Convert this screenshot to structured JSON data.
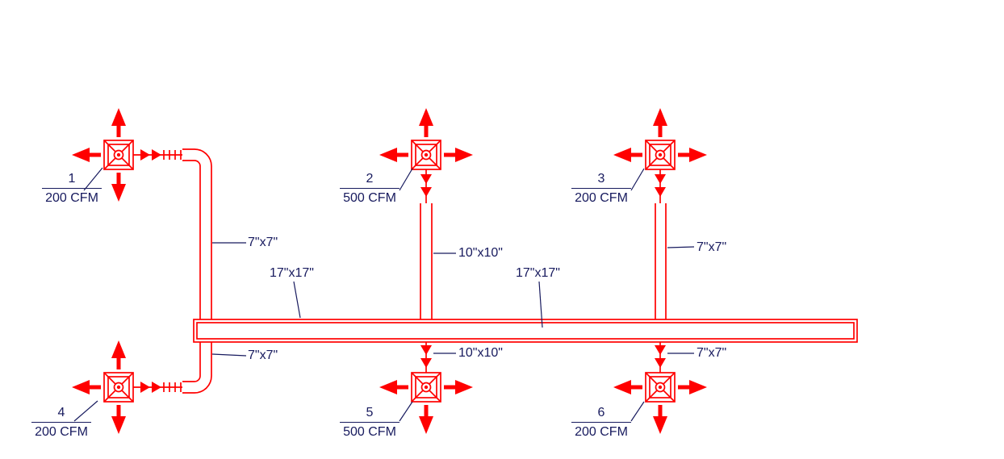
{
  "drawing": {
    "type": "HVAC supply duct layout",
    "colors": {
      "duct_lines": "#FF0000",
      "annotation_text": "#171A5E"
    }
  },
  "diffusers": [
    {
      "number": "1",
      "cfm": "200 CFM"
    },
    {
      "number": "2",
      "cfm": "500 CFM"
    },
    {
      "number": "3",
      "cfm": "200 CFM"
    },
    {
      "number": "4",
      "cfm": "200 CFM"
    },
    {
      "number": "5",
      "cfm": "500 CFM"
    },
    {
      "number": "6",
      "cfm": "200 CFM"
    }
  ],
  "duct_size_labels": [
    {
      "text": "7\"x7\"",
      "target": "branch-to-diffuser-1"
    },
    {
      "text": "17\"x17\"",
      "target": "main-duct-left-section"
    },
    {
      "text": "10\"x10\"",
      "target": "branch-to-diffuser-2"
    },
    {
      "text": "17\"x17\"",
      "target": "main-duct-right-section"
    },
    {
      "text": "7\"x7\"",
      "target": "branch-to-diffuser-3"
    },
    {
      "text": "7\"x7\"",
      "target": "branch-to-diffuser-4"
    },
    {
      "text": "10\"x10\"",
      "target": "branch-to-diffuser-5"
    },
    {
      "text": "7\"x7\"",
      "target": "branch-to-diffuser-6"
    }
  ]
}
